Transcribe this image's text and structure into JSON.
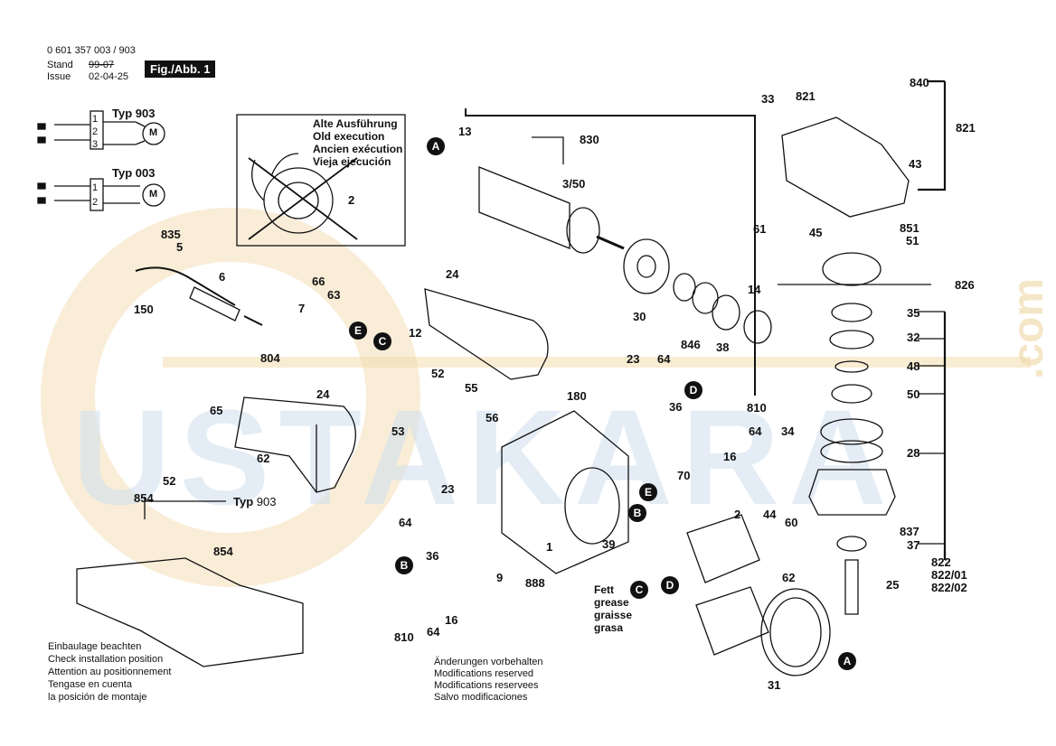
{
  "header": {
    "doc_number": "0 601 357 003 / 903",
    "stand_label": "Stand",
    "stand_value": "99-07",
    "issue_label": "Issue",
    "issue_value": "02-04-25",
    "fig_label": "Fig./Abb. 1"
  },
  "wiring": {
    "typ_label": "Typ",
    "variant_a": "903",
    "variant_b": "003",
    "motor": "M",
    "terminals": [
      "1",
      "2",
      "3",
      "1",
      "2"
    ]
  },
  "old_version": [
    "Alte Ausführung",
    "Old execution",
    "Ancien exécution",
    "Vieja ejecución"
  ],
  "part_numbers": {
    "p835": "835",
    "p5": "5",
    "p6": "6",
    "p150": "150",
    "p804": "804",
    "p7": "7",
    "p66": "66",
    "p63": "63",
    "p12": "12",
    "p24a": "24",
    "p52a": "52",
    "p55": "55",
    "p53": "53",
    "p24b": "24",
    "p65": "65",
    "p62a": "62",
    "p52b": "52",
    "p854a": "854",
    "typ": "Typ",
    "typ_val": "903",
    "p854b": "854",
    "p13": "13",
    "p830": "830",
    "p350": "3/50",
    "p30": "30",
    "p846": "846",
    "p38": "38",
    "p14": "14",
    "p2": "2",
    "p33": "33",
    "p821a": "821",
    "p840": "840",
    "p821b": "821",
    "p43": "43",
    "p61": "61",
    "p45": "45",
    "p851": "851",
    "p51": "51",
    "p826": "826",
    "p35": "35",
    "p32": "32",
    "p48": "48",
    "p50": "50",
    "p34": "34",
    "p28": "28",
    "p60": "60",
    "p837": "837",
    "p37": "37",
    "p25": "25",
    "p822": "822",
    "p82201": "822/01",
    "p82202": "822/02",
    "p23a": "23",
    "p64a": "64",
    "p180": "180",
    "p56": "56",
    "p810a": "810",
    "p36a": "36",
    "p64b": "64",
    "p16a": "16",
    "p70": "70",
    "p23b": "23",
    "p64c": "64",
    "p1": "1",
    "p9": "9",
    "p888": "888",
    "p39": "39",
    "p36b": "36",
    "p16b": "16",
    "p64d": "64",
    "p810b": "810",
    "p2b": "2",
    "p44": "44",
    "p62b": "62",
    "p31": "31"
  },
  "markers": [
    "A",
    "B",
    "C",
    "D",
    "E"
  ],
  "grease": [
    "Fett",
    "grease",
    "graisse",
    "grasa"
  ],
  "install_note": [
    "Einbaulage beachten",
    "Check installation position",
    "Attention au positionnement",
    "Tengase en cuenta",
    "la posición de montaje"
  ],
  "modif_note": [
    "Änderungen vorbehalten",
    "Modifications reserved",
    "Modifications reservees",
    "Salvo modificaciones"
  ],
  "watermark": {
    "main": "USTAKARA",
    "suffix": ".com"
  }
}
